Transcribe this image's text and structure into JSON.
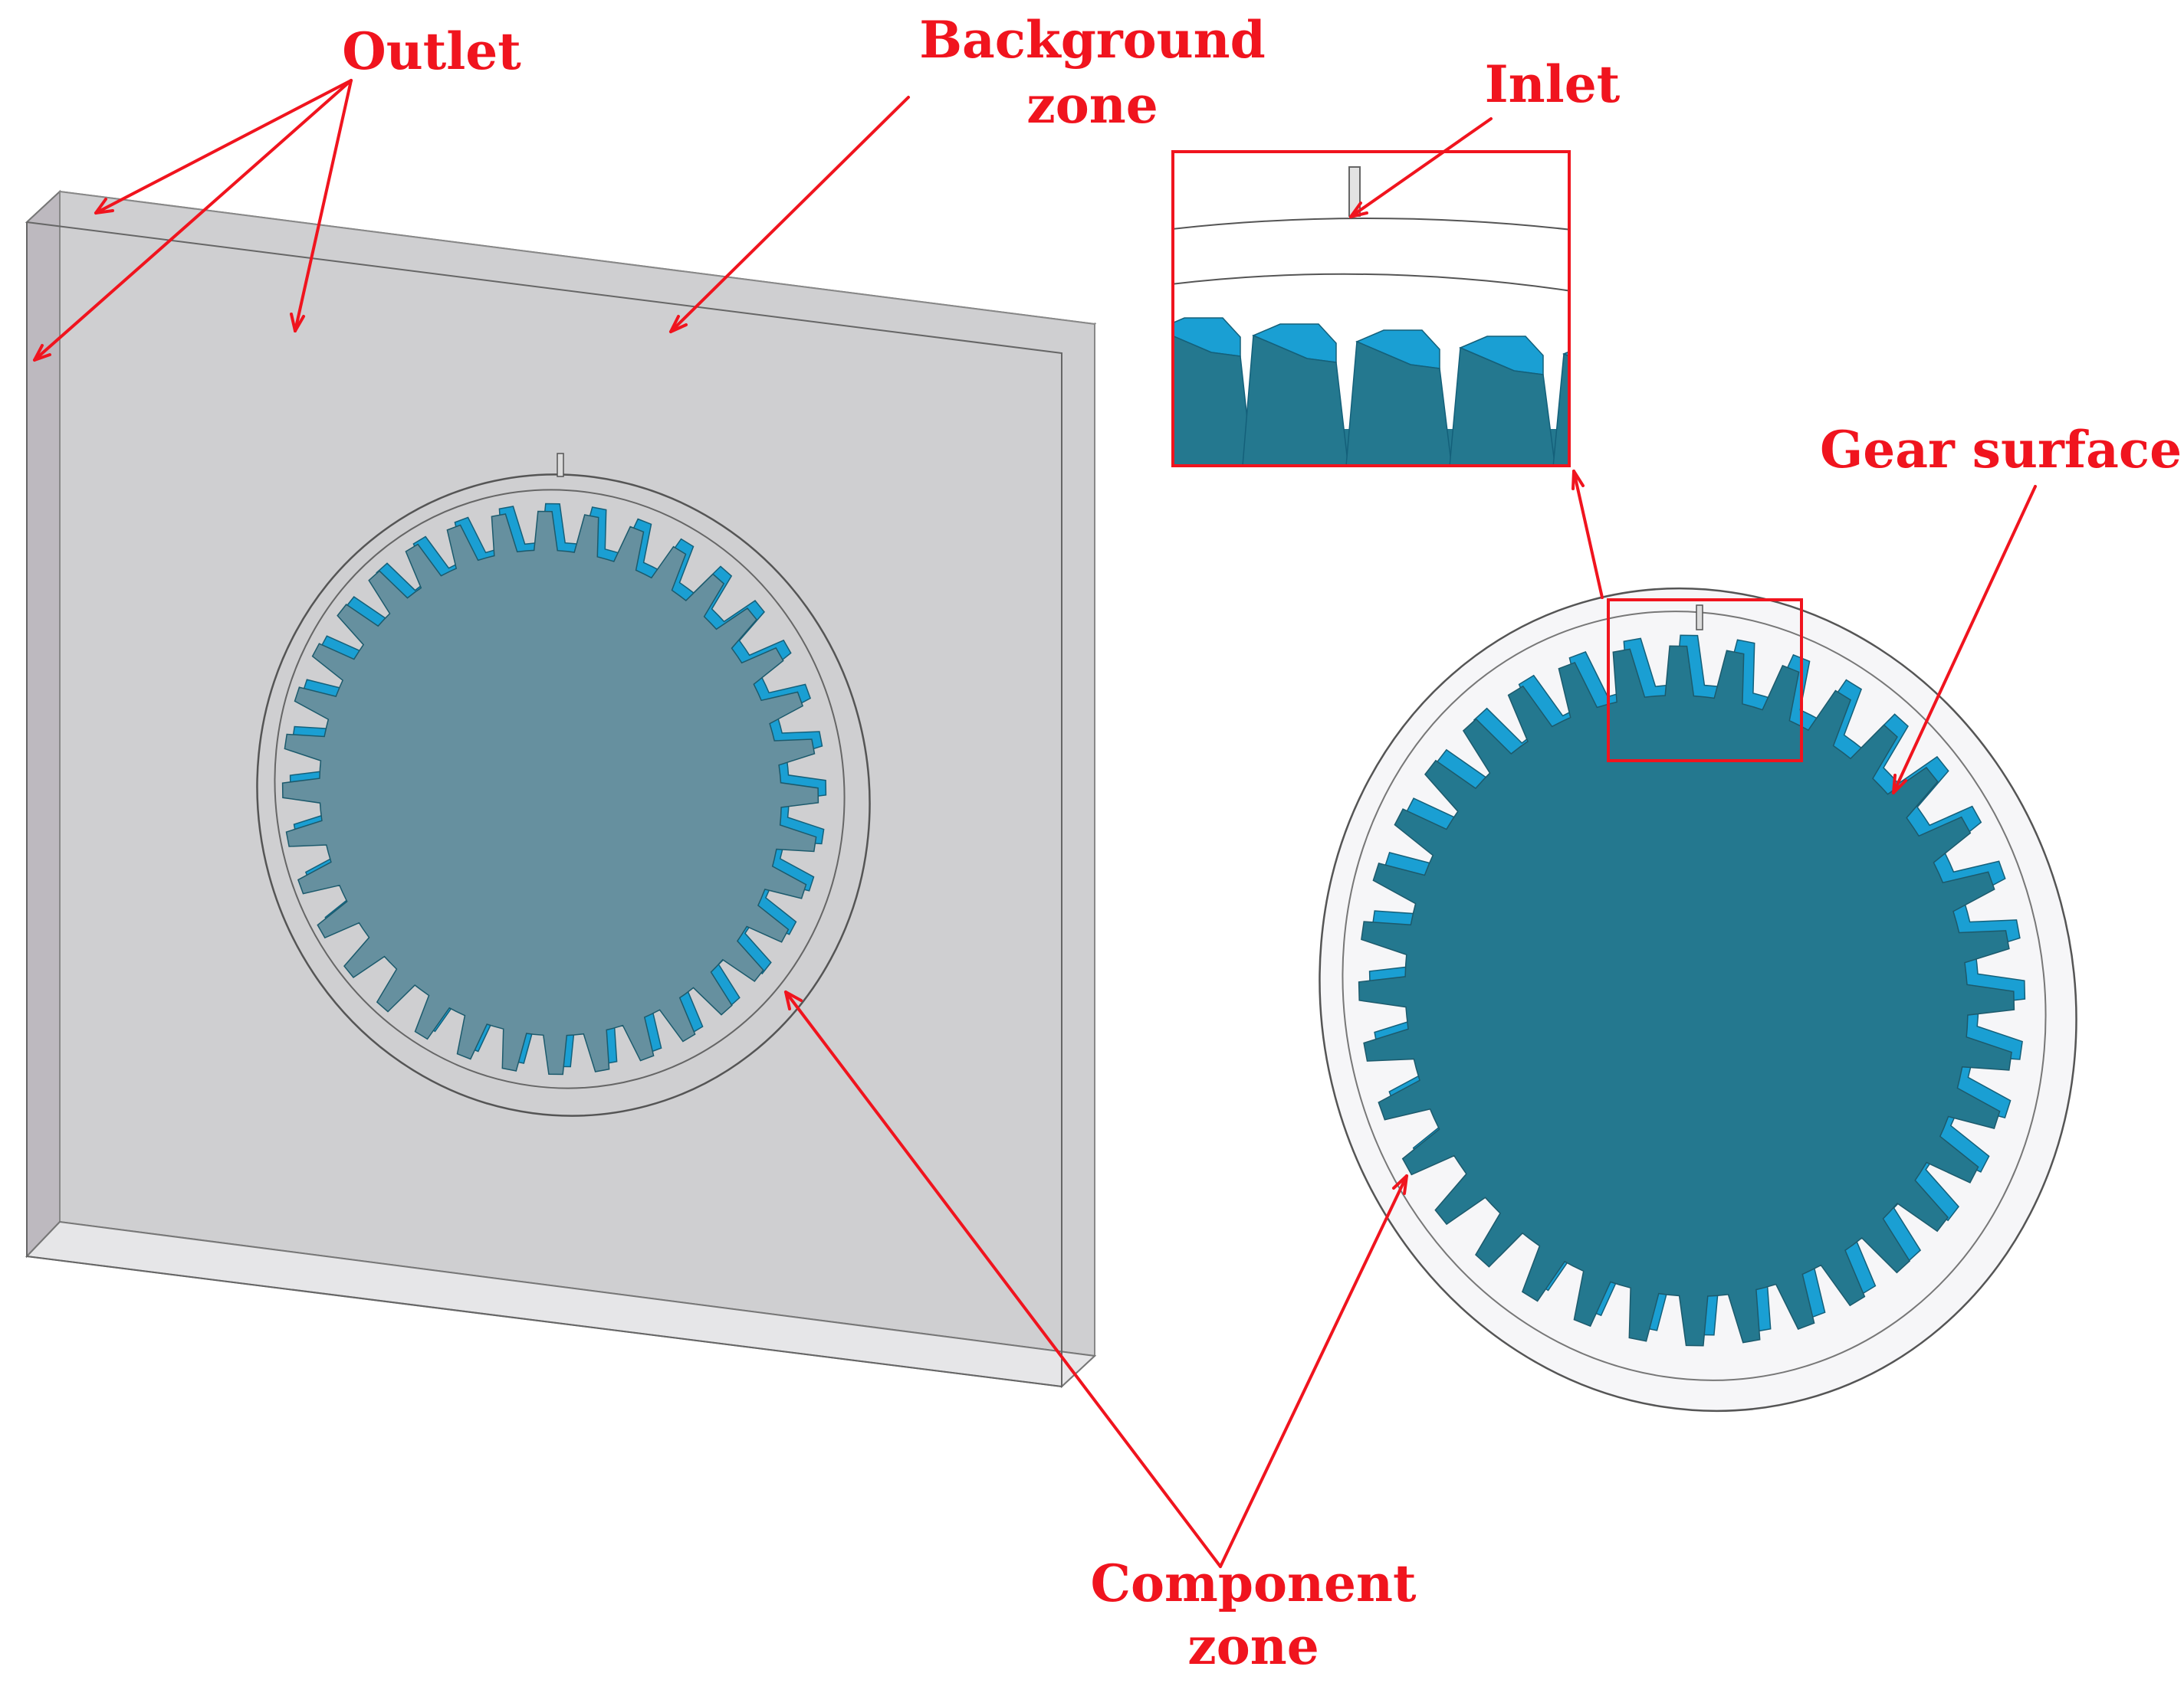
{
  "colors": {
    "annotation": "#f0141e",
    "slab_face": "#cfcfd1",
    "slab_side": "#bdb9bf",
    "slab_top": "#e6e6e8",
    "gear_left": "#66909f",
    "gear_right": "#24788f",
    "gear_teeth": "#1a9fd3",
    "ring_fill": "#f6f6f8"
  },
  "labels": {
    "outlet": "Outlet",
    "background_zone": [
      "Background",
      "zone"
    ],
    "inlet": "Inlet",
    "gear_surface": "Gear surface",
    "component_zone": [
      "Component",
      "zone"
    ]
  }
}
